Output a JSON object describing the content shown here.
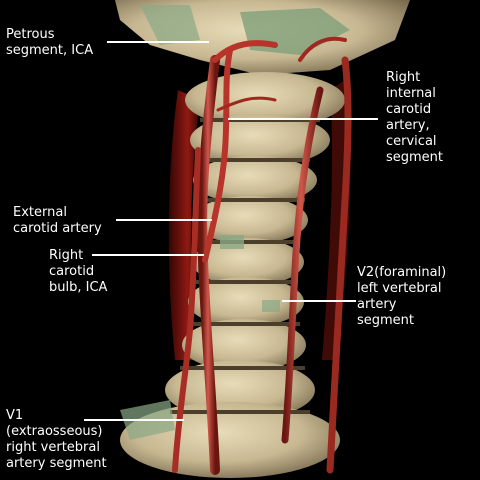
{
  "image": {
    "colors": {
      "background": "#000000",
      "bone": "#cdbf9a",
      "bone_shadow": "#7d6e52",
      "artery": "#b8342a",
      "artery_dark": "#5e120e",
      "soft_tissue": "#9c1b15",
      "label_text": "#ffffff"
    }
  },
  "labels": {
    "petrous": "Petrous\nsegment, ICA",
    "right_ica_cervical": "Right\ninternal\ncarotid\nartery,\ncervical\nsegment",
    "external_carotid": "External\ncarotid artery",
    "right_bulb": "Right\ncarotid\nbulb, ICA",
    "v2_left_vertebral": "V2(foraminal)\nleft vertebral\nartery\nsegment",
    "v1_right_vertebral": "V1\n(extraosseous)\nright vertebral\nartery segment"
  }
}
